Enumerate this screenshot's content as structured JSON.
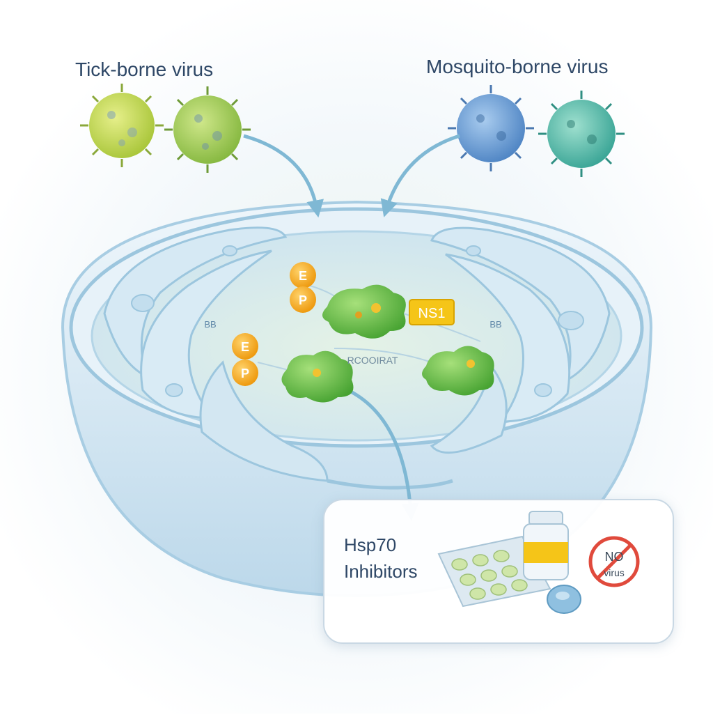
{
  "labels": {
    "tick_borne": "Tick-borne virus",
    "mosquito_borne": "Mosquito-borne virus",
    "inhibitor_line1": "Hsp70",
    "inhibitor_line2": "Inhibitors",
    "ns1": "NS1",
    "complex": "RCOOIRAT",
    "small_left": "BB",
    "small_right": "BB",
    "no_virus_top": "NO",
    "no_virus_bottom": "virus"
  },
  "proteins": {
    "e_label": "E",
    "p_label": "P"
  },
  "colors": {
    "tick_virus_1": "#c6d84a",
    "tick_virus_2": "#a9cf52",
    "mosquito_virus_1": "#6b9fd6",
    "mosquito_virus_2": "#4fb8a8",
    "cell_fill": "#dcecf6",
    "membrane": "#a8cde3",
    "protein_bead": "#f5a623",
    "hsp70_blob": "#6cc24a",
    "ns1_box": "#f5c518",
    "arrow": "#7fb8d4",
    "prohibit_red": "#e04a3c"
  },
  "icons": [
    "tick-virus-icon",
    "mosquito-virus-icon",
    "pill-blister-icon",
    "medicine-bottle-icon",
    "no-virus-icon",
    "capsule-icon"
  ]
}
